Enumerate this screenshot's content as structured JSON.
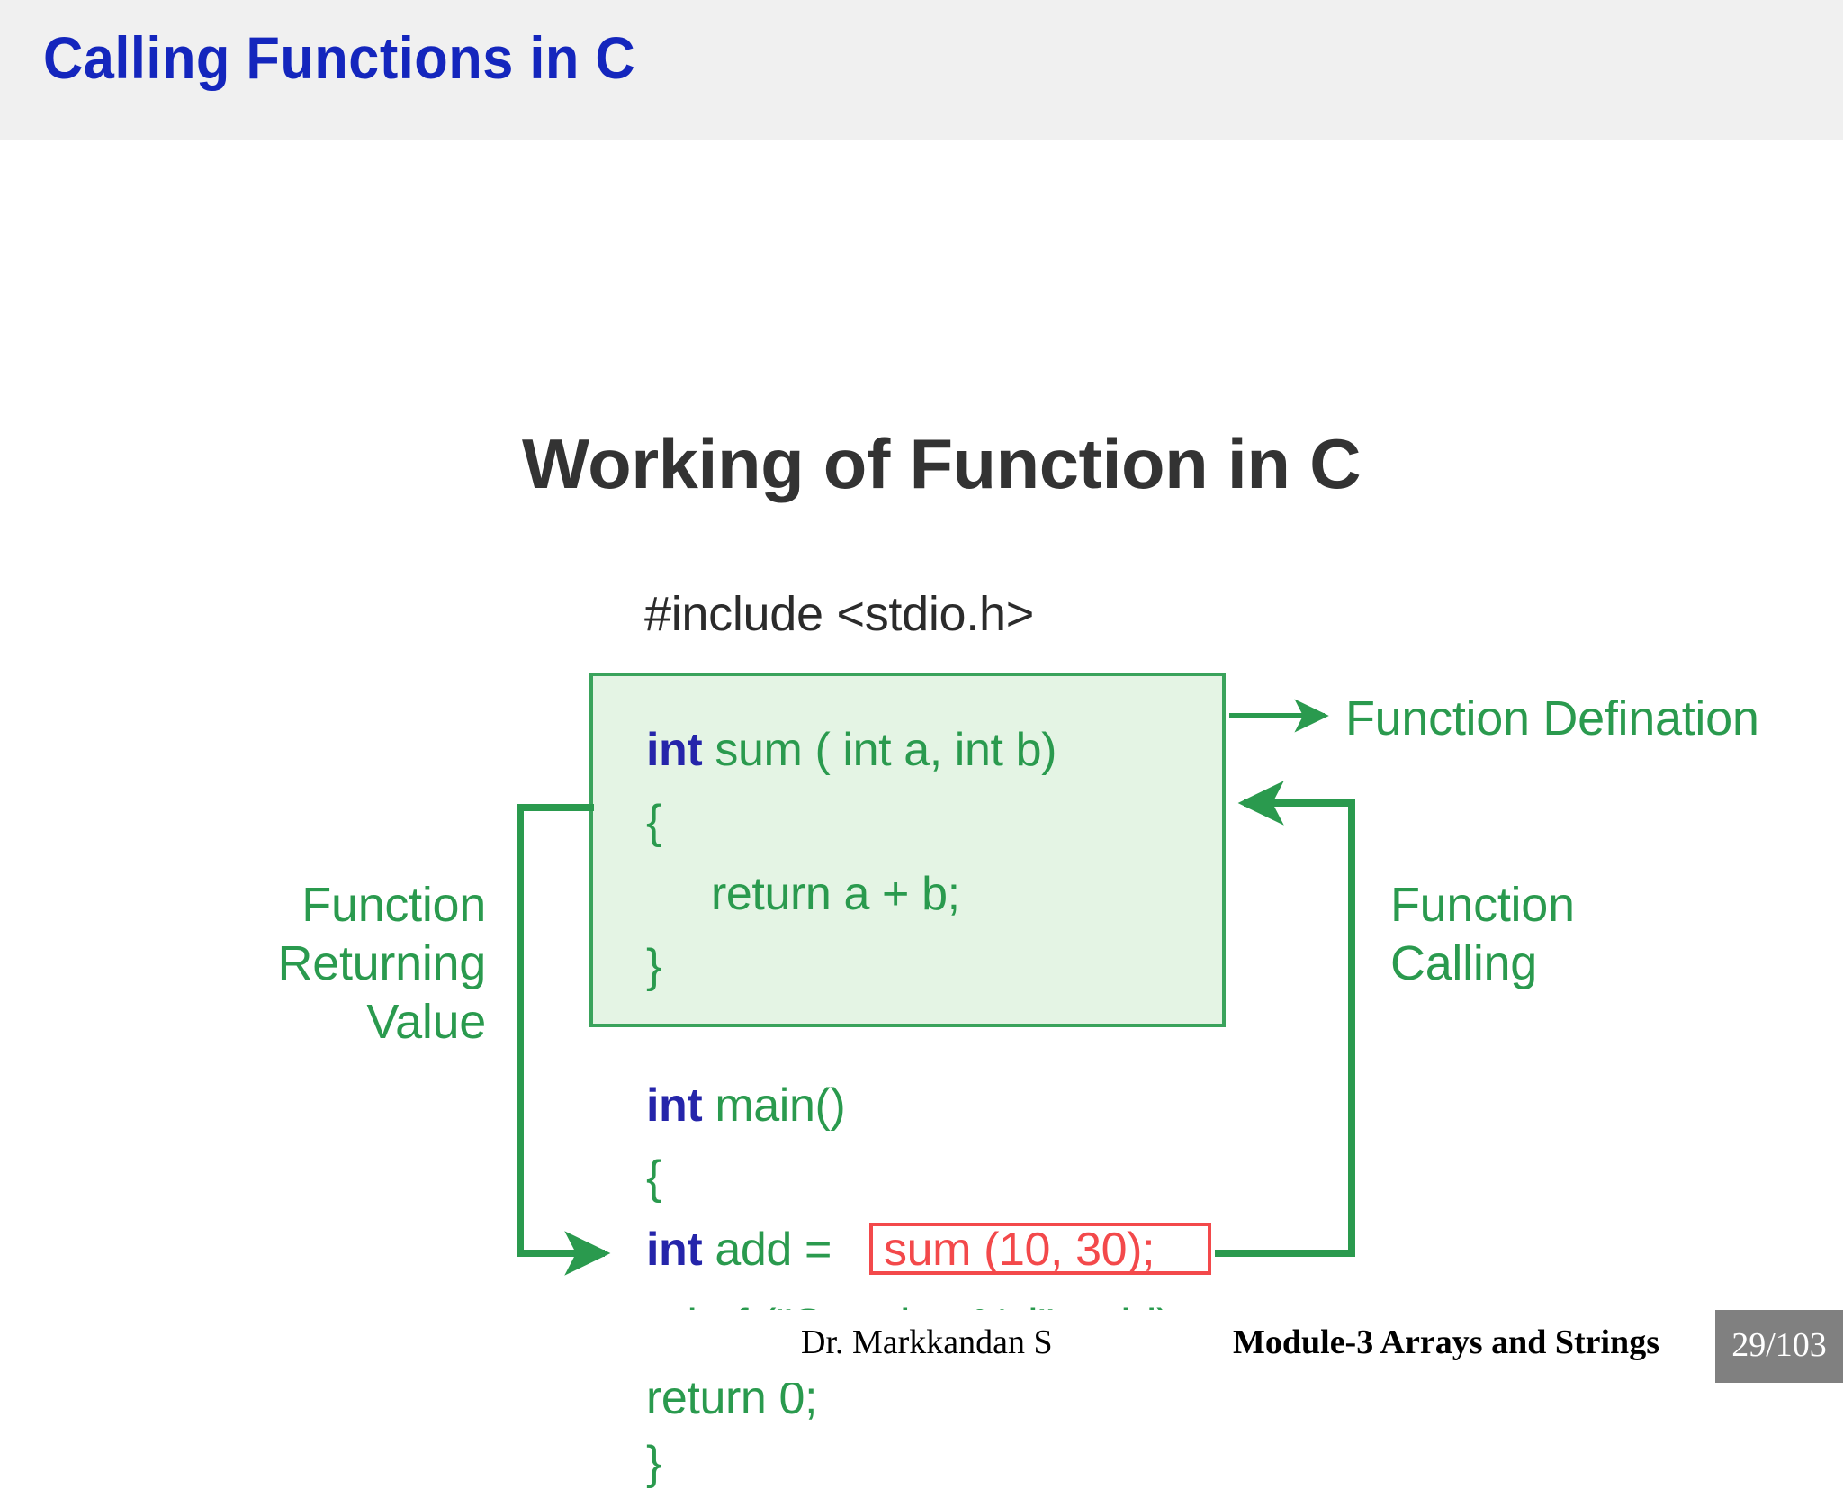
{
  "slide": {
    "title": "Calling Functions in C",
    "header_bg": "#f0f0f0",
    "title_color": "#1426bd"
  },
  "figure": {
    "heading": "Working of Function in C",
    "include_line": "#include <stdio.h>",
    "colors": {
      "green_text": "#2a9a4e",
      "green_box_border": "#3aa35c",
      "green_box_fill": "#e4f4e4",
      "keyword_blue": "#2525aa",
      "highlight_red": "#f3494b",
      "heading_gray": "#333333"
    },
    "definition_box": {
      "lines": [
        {
          "keyword": "int",
          "rest": " sum ( int a, int b)"
        },
        {
          "keyword": "",
          "rest": "{"
        },
        {
          "keyword": "",
          "rest": "return a + b;"
        },
        {
          "keyword": "",
          "rest": "}"
        }
      ]
    },
    "main_block": {
      "lines": [
        {
          "keyword": "int",
          "rest": " main()"
        },
        {
          "keyword": "",
          "rest": "{"
        },
        {
          "keyword": "int",
          "rest": " add ="
        },
        {
          "keyword": "",
          "rest": "printf (\"Sum is : %d\", add);"
        },
        {
          "keyword": "",
          "rest": "return 0;"
        },
        {
          "keyword": "",
          "rest": "}"
        }
      ],
      "highlighted_call": "sum (10, 30);"
    },
    "labels": {
      "function_definition": "Function Defination",
      "function_returning_value_line1": "Function",
      "function_returning_value_line2": "Returning",
      "function_returning_value_line3": "Value",
      "function_calling_line1": "Function",
      "function_calling_line2": "Calling"
    }
  },
  "footer": {
    "author": "Dr. Markkandan S",
    "module": "Module-3  Arrays and Strings",
    "page": "29/103",
    "page_box_color": "#808080"
  }
}
